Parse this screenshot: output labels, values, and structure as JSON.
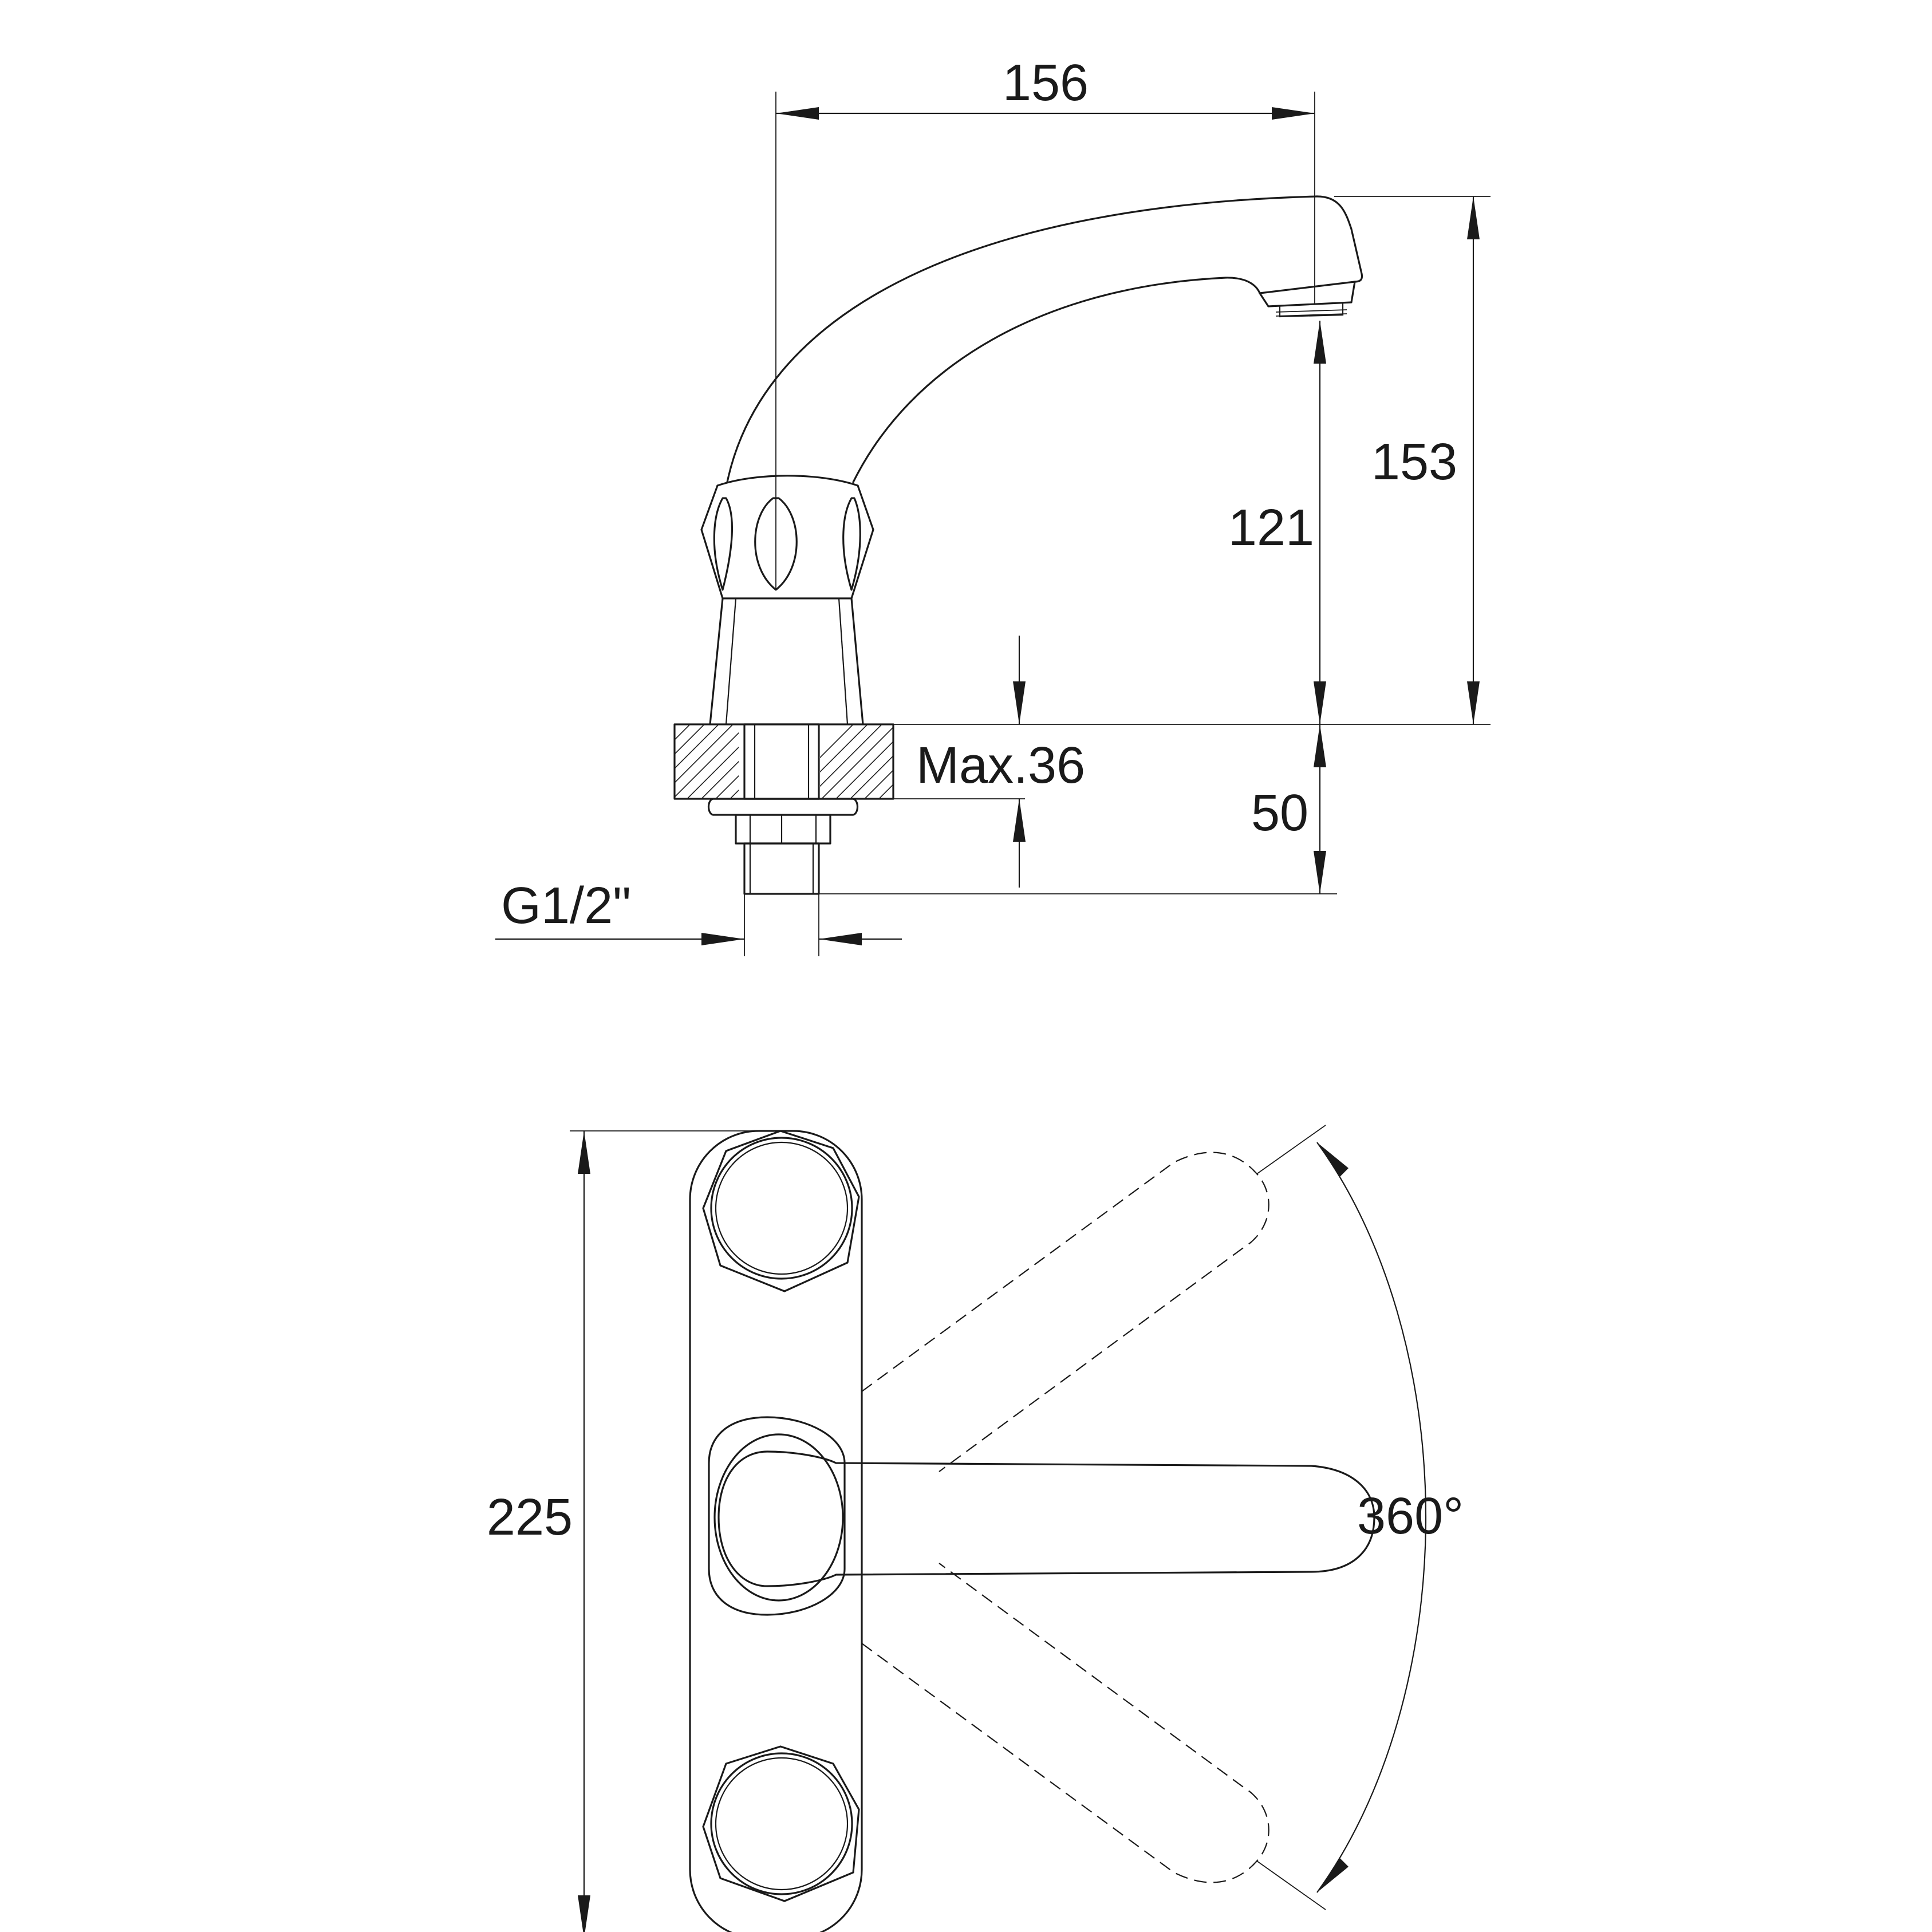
{
  "dimensions": {
    "spout_reach": "156",
    "overall_height": "153",
    "spout_outlet_height": "121",
    "max_deck_thickness": "Max.36",
    "shank_length": "50",
    "connection_thread": "G1/2\"",
    "deck_plate_length": "225",
    "swivel_angle": "360°"
  },
  "colors": {
    "line": "#1a1a1a",
    "background": "#ffffff"
  },
  "icons": {
    "side_view": "faucet-side-elevation",
    "top_view": "faucet-plan-view"
  }
}
